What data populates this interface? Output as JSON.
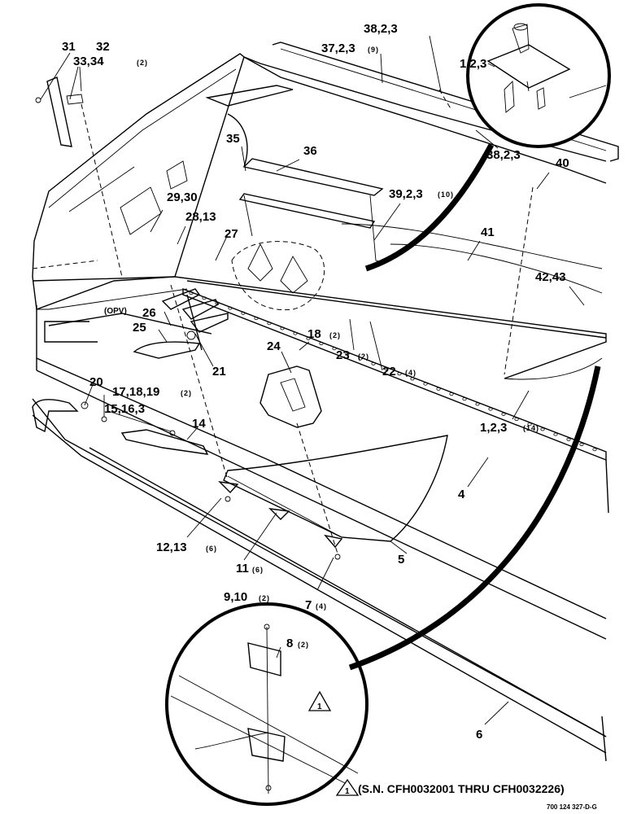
{
  "callouts": {
    "c31": "31",
    "c32": "32",
    "c33_34": "33,34",
    "q33_34": "(2)",
    "c37": "37,2,3",
    "q37": "(9)",
    "c38a": "38,2,3",
    "c38b": "38,2,3",
    "c1_2_3_top": "1,2,3",
    "c35": "35",
    "c36": "36",
    "c40": "40",
    "c39": "39,2,3",
    "q39": "(10)",
    "c29_30": "29,30",
    "c28_13": "28,13",
    "c27": "27",
    "c41": "41",
    "c42_43": "42,43",
    "opv": "(OPV)",
    "c26": "26",
    "c25": "25",
    "c21": "21",
    "c18": "18",
    "q18": "(2)",
    "c23": "23",
    "q23": "(2)",
    "c22": "22",
    "q22": "(4)",
    "c24": "24",
    "c20": "20",
    "c17_18_19": "17,18,19",
    "q17_18_19": "(2)",
    "c15_16_3": "15,16,3",
    "c14": "14",
    "c1_2_3_mid": "1,2,3",
    "q1_2_3_mid": "(14)",
    "c4": "4",
    "c5": "5",
    "c12_13": "12,13",
    "q12_13": "(6)",
    "c11": "11",
    "q11": "(6)",
    "c7": "7",
    "q7": "(4)",
    "c9_10": "9,10",
    "q9_10": "(2)",
    "c8": "8",
    "q8": "(2)",
    "c6": "6",
    "triangle_mark": "1"
  },
  "note": {
    "mark": "1",
    "text": "(S.N. CFH0032001 THRU CFH0032226)"
  },
  "drawing_number": "700 124 327-D-G"
}
